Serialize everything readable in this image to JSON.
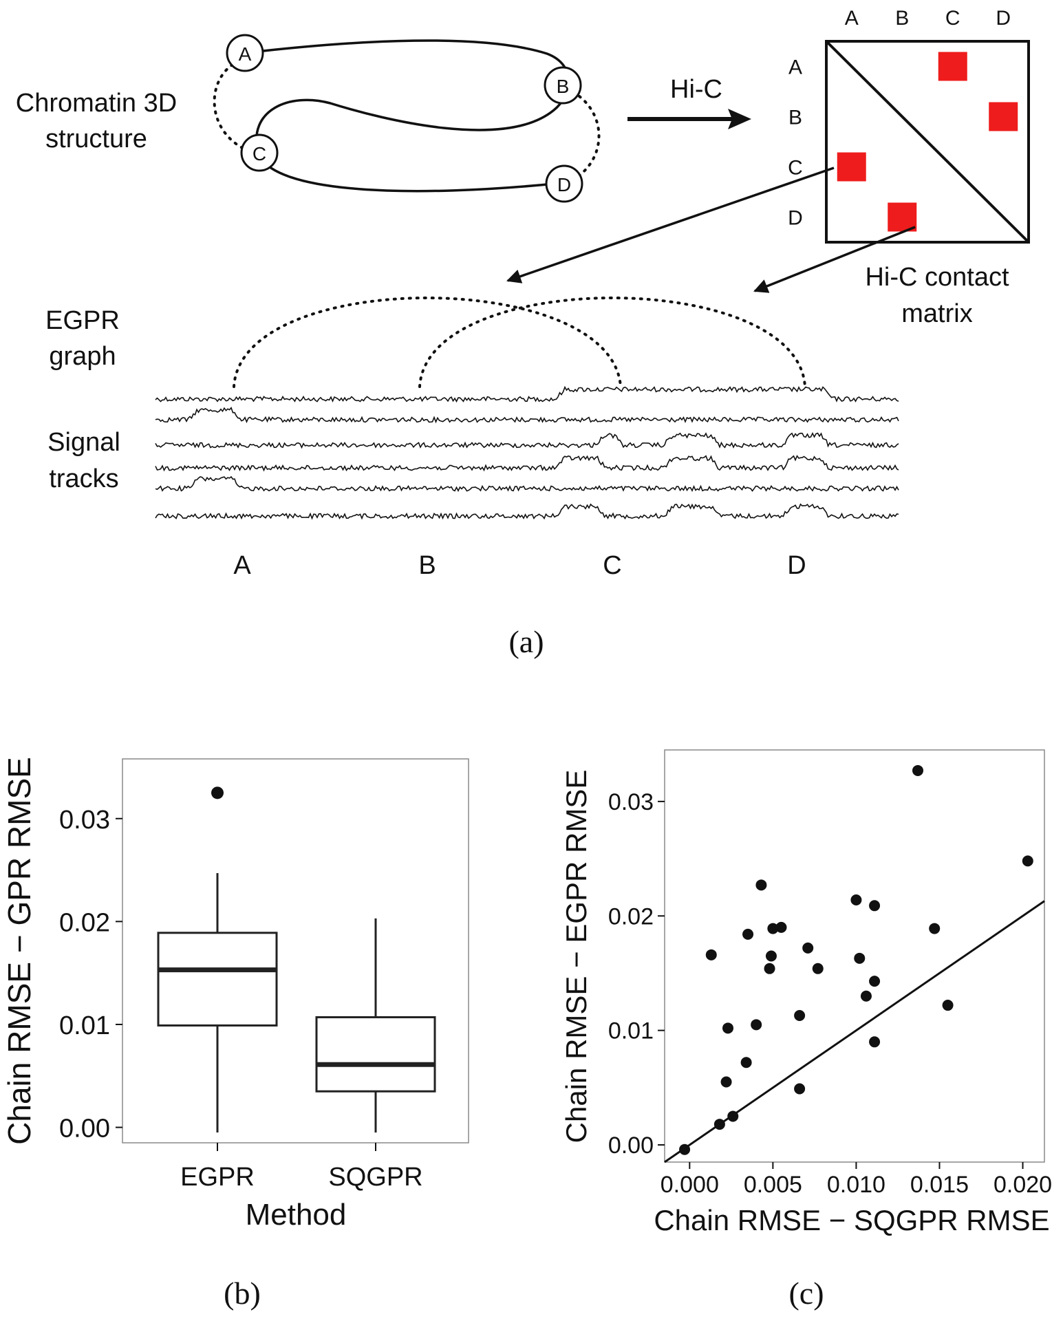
{
  "panel_a": {
    "label": "(a)",
    "chromatin_label": [
      "Chromatin 3D",
      "structure"
    ],
    "nodes": [
      "A",
      "B",
      "C",
      "D"
    ],
    "hic_arrow_label": "Hi-C",
    "matrix_cols": [
      "A",
      "B",
      "C",
      "D"
    ],
    "matrix_rows": [
      "A",
      "B",
      "C",
      "D"
    ],
    "matrix_contacts": [
      {
        "row": 0,
        "col": 2
      },
      {
        "row": 1,
        "col": 3
      },
      {
        "row": 2,
        "col": 0
      },
      {
        "row": 3,
        "col": 1
      }
    ],
    "contact_color": "#ee1c1c",
    "matrix_caption": [
      "Hi-C contact",
      "matrix"
    ],
    "egpr_label": [
      "EGPR",
      "graph"
    ],
    "signal_label": [
      "Signal",
      "tracks"
    ],
    "track_labels": [
      "A",
      "B",
      "C",
      "D"
    ],
    "track_count": 6
  },
  "chart_data": [
    {
      "type": "box",
      "panel_label": "(b)",
      "xlabel": "Method",
      "ylabel": "Chain RMSE − GPR RMSE",
      "ylim": [
        -0.0015,
        0.0358
      ],
      "yticks": [
        "0.00",
        "0.01",
        "0.02",
        "0.03"
      ],
      "categories": [
        "EGPR",
        "SQGPR"
      ],
      "boxes": [
        {
          "name": "EGPR",
          "whisker_low": -0.0005,
          "q1": 0.0099,
          "median": 0.0153,
          "q3": 0.0189,
          "whisker_high": 0.0247,
          "outliers": [
            0.0325
          ]
        },
        {
          "name": "SQGPR",
          "whisker_low": -0.0005,
          "q1": 0.0035,
          "median": 0.0061,
          "q3": 0.0107,
          "whisker_high": 0.0203,
          "outliers": []
        }
      ]
    },
    {
      "type": "scatter",
      "panel_label": "(c)",
      "xlabel": "Chain RMSE − SQGPR RMSE",
      "ylabel": "Chain RMSE − EGPR RMSE",
      "xlim": [
        -0.0015,
        0.0213
      ],
      "ylim": [
        -0.0015,
        0.0345
      ],
      "xticks": [
        "0.000",
        "0.005",
        "0.010",
        "0.015",
        "0.020"
      ],
      "yticks": [
        "0.00",
        "0.01",
        "0.02",
        "0.03"
      ],
      "points": [
        [
          -0.0003,
          -0.0004
        ],
        [
          0.0018,
          0.0018
        ],
        [
          0.0026,
          0.0025
        ],
        [
          0.0022,
          0.0055
        ],
        [
          0.0034,
          0.0072
        ],
        [
          0.0023,
          0.0102
        ],
        [
          0.0013,
          0.0166
        ],
        [
          0.0035,
          0.0184
        ],
        [
          0.0043,
          0.0227
        ],
        [
          0.004,
          0.0105
        ],
        [
          0.0048,
          0.0154
        ],
        [
          0.0049,
          0.0165
        ],
        [
          0.005,
          0.0189
        ],
        [
          0.0055,
          0.019
        ],
        [
          0.0066,
          0.0113
        ],
        [
          0.0066,
          0.0049
        ],
        [
          0.0071,
          0.0172
        ],
        [
          0.0077,
          0.0154
        ],
        [
          0.01,
          0.0214
        ],
        [
          0.0102,
          0.0163
        ],
        [
          0.0106,
          0.013
        ],
        [
          0.0111,
          0.0143
        ],
        [
          0.0111,
          0.0209
        ],
        [
          0.0111,
          0.009
        ],
        [
          0.0137,
          0.0327
        ],
        [
          0.0147,
          0.0189
        ],
        [
          0.0155,
          0.0122
        ],
        [
          0.0203,
          0.0248
        ]
      ],
      "reference_line": "y = x"
    }
  ]
}
